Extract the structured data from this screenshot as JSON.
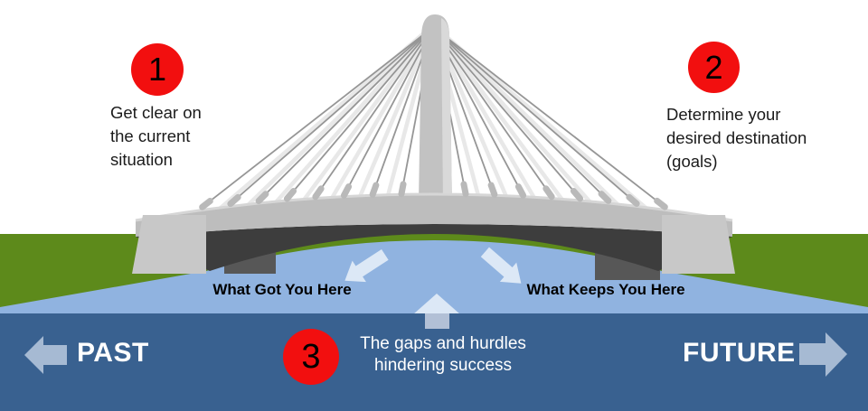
{
  "steps": [
    {
      "number": "1",
      "label": "Get clear on\nthe current\nsituation"
    },
    {
      "number": "2",
      "label": "Determine your\ndesired destination\n(goals)"
    },
    {
      "number": "3",
      "label": "The gaps and hurdles\nhindering success"
    }
  ],
  "water_labels": {
    "left": "What Got You Here",
    "right": "What Keeps You Here"
  },
  "timeline": {
    "past_label": "PAST",
    "future_label": "FUTURE"
  },
  "colors": {
    "red": "#f20f0f",
    "grass": "#5d8a1b",
    "water": "#90b3e0",
    "bar": "#396190",
    "water_arrow": "#dce8f6",
    "timeline_arrow": "#a6bad3",
    "arrow_stem": "#b2c0d6"
  }
}
